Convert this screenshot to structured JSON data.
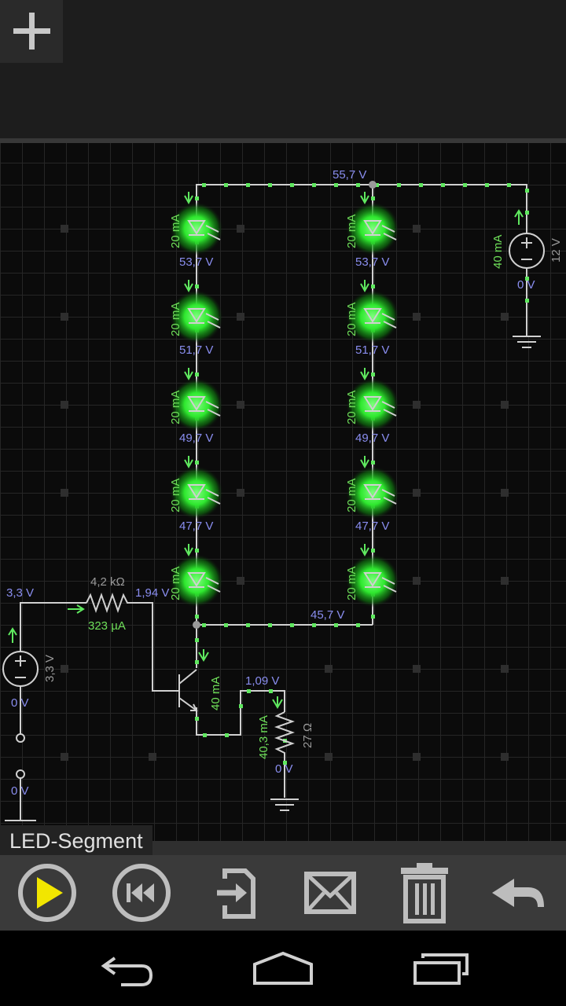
{
  "app": {
    "circuit_name": "LED-Segment"
  },
  "labels": {
    "v_top": "55,7 V",
    "v1": "53,7 V",
    "v2": "51,7 V",
    "v3": "49,7 V",
    "v4": "47,7 V",
    "v_bottom_node": "45,7 V",
    "led_current": "20 mA",
    "src12_current": "40 mA",
    "src12_value": "12 V",
    "src12_bottom": "0 V",
    "resistor_value": "4,2 kΩ",
    "v_left_top": "3,3 V",
    "v_base": "1,94 V",
    "base_current": "323 µA",
    "src3_value": "3,3 V",
    "src3_bottom": "0 V",
    "switch_bottom": "0 V",
    "transistor_current": "40 mA",
    "v_collector": "1,09 V",
    "r27_current": "40,3 mA",
    "r27_value": "27 Ω",
    "r27_bottom": "0 V"
  },
  "toolbar": [
    "play-icon",
    "rewind-icon",
    "import-icon",
    "mail-icon",
    "trash-icon",
    "undo-icon"
  ],
  "navbar": [
    "back-icon",
    "home-icon",
    "recents-icon"
  ],
  "colors": {
    "wire": "#d0d0d0",
    "current": "#5fe85f",
    "voltage": "#8a8ef0",
    "led_glow": "#3cff3c",
    "play": "#f2e600"
  }
}
